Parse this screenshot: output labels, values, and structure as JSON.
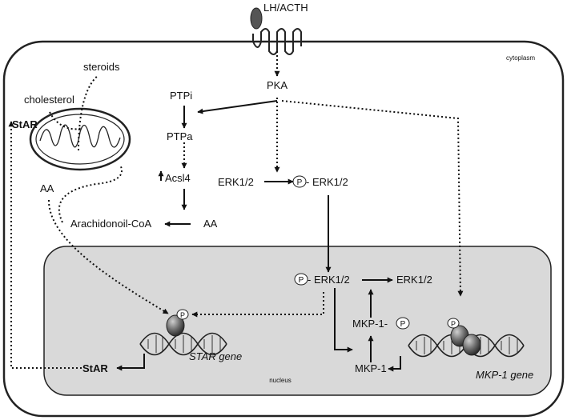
{
  "labels": {
    "ligand": "LH/ACTH",
    "cytoplasm": "cytoplasm",
    "nucleus": "nucleus",
    "steroids": "steroids",
    "cholesterol": "cholesterol",
    "star_protein": "StAR",
    "aa_left": "AA",
    "pka": "PKA",
    "ptpi": "PTPi",
    "ptpa": "PTPa",
    "acsl4": "Acsl4",
    "arachidonoil_coa": "Arachidonoil-CoA",
    "aa_right": "AA",
    "erk_cyto": "ERK1/2",
    "p_erk_cyto_suffix": "- ERK1/2",
    "p_erk_nuc_suffix": "- ERK1/2",
    "erk_nuc": "ERK1/2",
    "mkp1_p": "MKP-1-",
    "mkp1": "MKP-1",
    "star_nuc": "StAR",
    "star_gene": "STAR gene",
    "mkp1_gene": "MKP-1 gene",
    "phospho_symbol": "P"
  },
  "colors": {
    "nucleus_fill": "#d9d9d9",
    "outline": "#222222",
    "protein_dark": "#555555"
  }
}
